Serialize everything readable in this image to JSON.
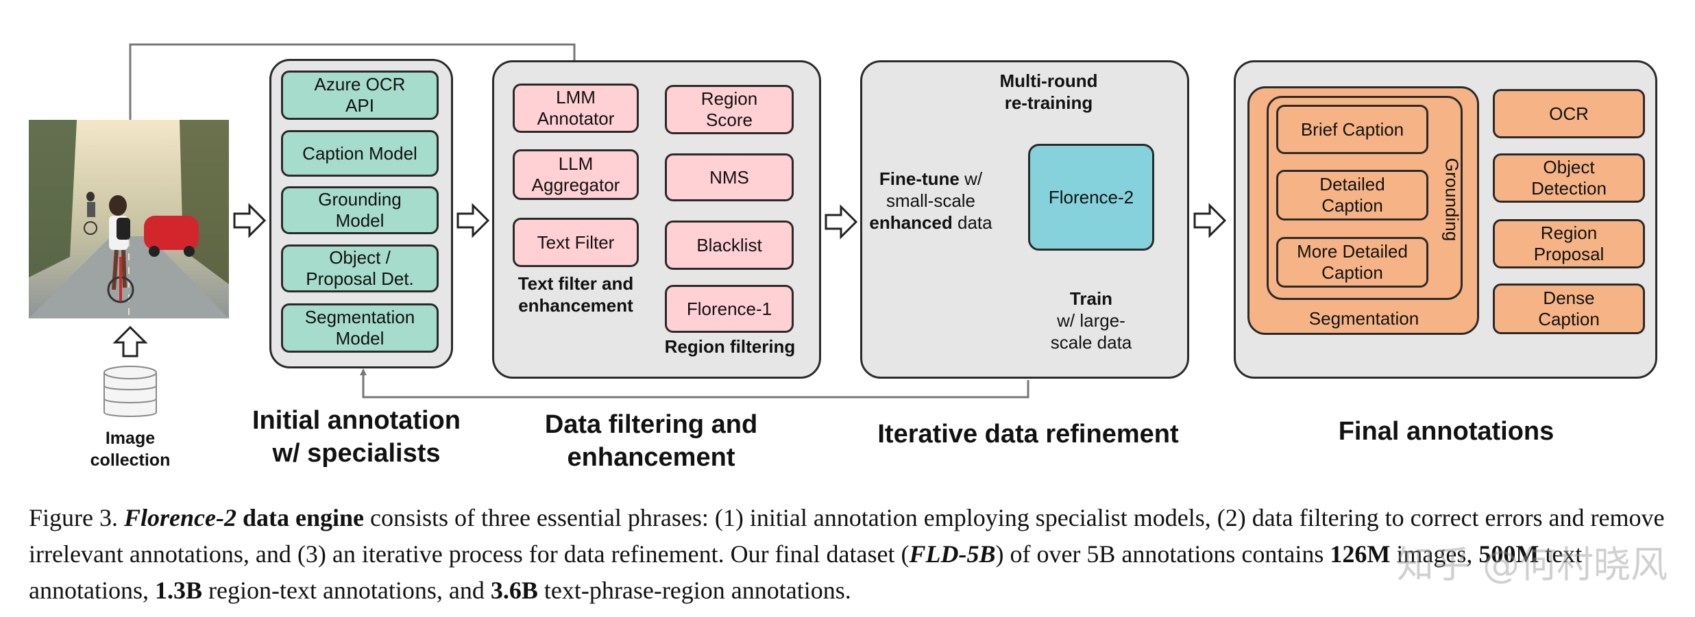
{
  "input": {
    "image_label": "Image\ncollection"
  },
  "stage1": {
    "title": "Initial annotation\nw/ specialists",
    "boxes": [
      "Azure OCR\nAPI",
      "Caption Model",
      "Grounding\nModel",
      "Object /\nProposal Det.",
      "Segmentation\nModel"
    ]
  },
  "stage2": {
    "title": "Data filtering and\nenhancement",
    "left_boxes": [
      "LMM\nAnnotator",
      "LLM\nAggregator",
      "Text Filter"
    ],
    "left_label": "Text filter and\nenhancement",
    "right_boxes": [
      "Region\nScore",
      "NMS",
      "Blacklist",
      "Florence-1"
    ],
    "right_label": "Region filtering"
  },
  "stage3": {
    "title": "Iterative data refinement",
    "model": "Florence-2",
    "multiround_label": "Multi-round\nre-training",
    "finetune_bold1": "Fine-tune",
    "finetune_rest1": " w/",
    "finetune_line2": "small-scale",
    "finetune_bold3": "enhanced",
    "finetune_rest3": " data",
    "train_bold": "Train",
    "train_rest": "w/ large-\nscale data"
  },
  "stage4": {
    "title": "Final annotations",
    "caption_boxes": [
      "Brief Caption",
      "Detailed\nCaption",
      "More Detailed\nCaption"
    ],
    "grounding_label": "Grounding",
    "segmentation_label": "Segmentation",
    "right_boxes": [
      "OCR",
      "Object\nDetection",
      "Region\nProposal",
      "Dense\nCaption"
    ]
  },
  "caption": {
    "prefix": "Figure 3. ",
    "title_italic": "Florence-2",
    "title_bold": " data engine",
    "text1": " consists of three essential phrases: (1) initial annotation employing specialist models, (2) data filtering to correct errors and remove irrelevant annotations, and (3) an iterative process for data refinement. Our final dataset (",
    "dataset": "FLD-5B",
    "text2": ") of over 5B annotations contains ",
    "n1": "126M",
    "t1": " images, ",
    "n2": "500M",
    "t2": " text annotations, ",
    "n3": "1.3B",
    "t3": " region-text annotations, and ",
    "n4": "3.6B",
    "t4": " text-phrase-region annotations."
  },
  "watermark": "知乎 @何村晓风"
}
